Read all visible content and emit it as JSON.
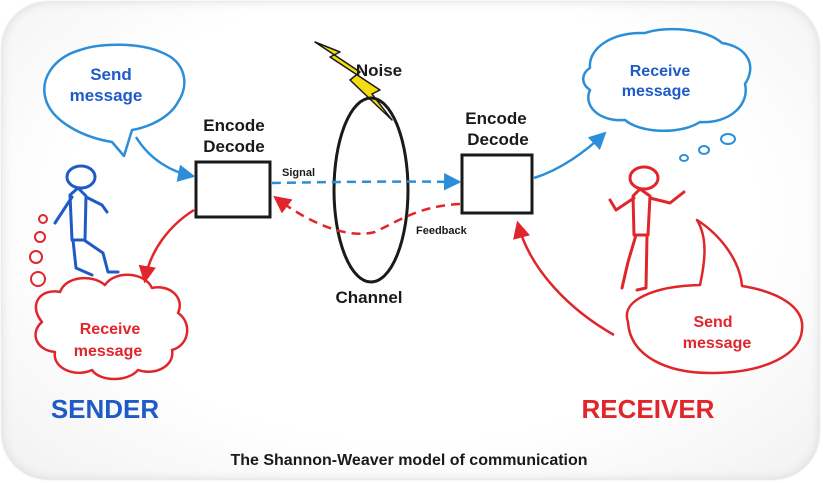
{
  "diagram": {
    "sender_thought": [
      "Send",
      "message"
    ],
    "sender_reply": [
      "Receive",
      "message"
    ],
    "receiver_thought": [
      "Receive",
      "message"
    ],
    "receiver_reply": [
      "Send",
      "message"
    ],
    "encoder_label": [
      "Encode",
      "Decode"
    ],
    "decoder_label": [
      "Encode",
      "Decode"
    ],
    "noise_label": "Noise",
    "channel_label": "Channel",
    "signal_label": "Signal",
    "feedback_label": "Feedback",
    "sender_label": "SENDER",
    "receiver_label": "RECEIVER",
    "caption": "The Shannon-Weaver model of communication"
  },
  "colors": {
    "sender": "#1f5bc6",
    "receiver": "#e0262b",
    "signal": "#2a8fd8",
    "noise": "#f3dc14",
    "ink": "#1a1a1a"
  }
}
